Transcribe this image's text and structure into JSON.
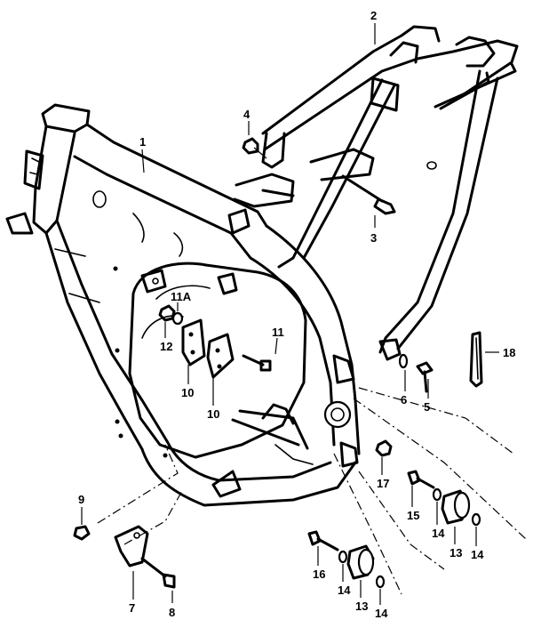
{
  "colors": {
    "ink": "#000000",
    "paper": "#ffffff"
  },
  "callouts": {
    "c1": "1",
    "c2": "2",
    "c3": "3",
    "c4": "4",
    "c5": "5",
    "c6": "6",
    "c7": "7",
    "c8": "8",
    "c9": "9",
    "c10a": "10",
    "c10b": "10",
    "c11": "11",
    "c11a": "11A",
    "c12": "12",
    "c13a": "13",
    "c13b": "13",
    "c14a": "14",
    "c14b": "14",
    "c14c": "14",
    "c14d": "14",
    "c15": "15",
    "c16": "16",
    "c17": "17",
    "c18": "18"
  }
}
